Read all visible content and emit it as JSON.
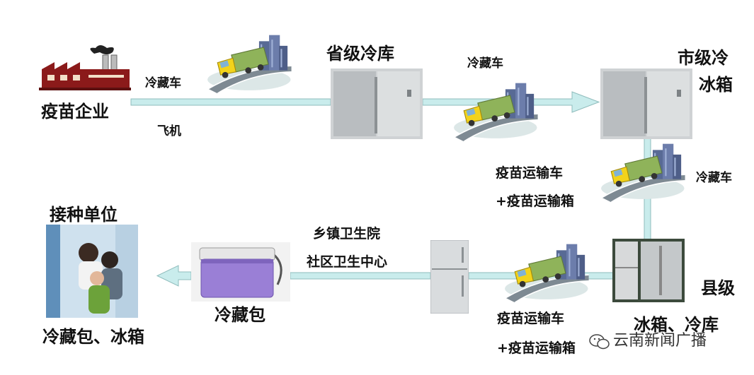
{
  "nodes": {
    "vaccine_company": "疫苗企业",
    "provincial_cold_storage": "省级冷库",
    "city_fridge_line1": "市级冷",
    "city_fridge_line2": "冰箱",
    "county_label": "县级",
    "county_storage": "冰箱、冷库",
    "cold_bag": "冷藏包",
    "vaccination_unit": "接种单位",
    "vaccination_unit_equipment": "冷藏包、冰箱"
  },
  "edges": {
    "company_truck": "冷藏车",
    "company_plane": "飞机",
    "prov_truck": "冷藏车",
    "city_truck": "冷藏车",
    "city_transport_line1": "疫苗运输车",
    "city_transport_line2": "+疫苗运输箱",
    "county_transport_line1": "疫苗运输车",
    "county_transport_line2": "+疫苗运输箱",
    "township_line1": "乡镇卫生院",
    "township_line2": "社区卫生中心"
  },
  "watermark": "云南新闻广播",
  "colors": {
    "arrow_fill": "#c9ecec",
    "arrow_stroke": "#8fbcbc",
    "factory": "#8b1a1a",
    "cooler": "#9a7fd6",
    "truck_cab": "#f2d31b",
    "truck_box": "#8fb35a"
  }
}
